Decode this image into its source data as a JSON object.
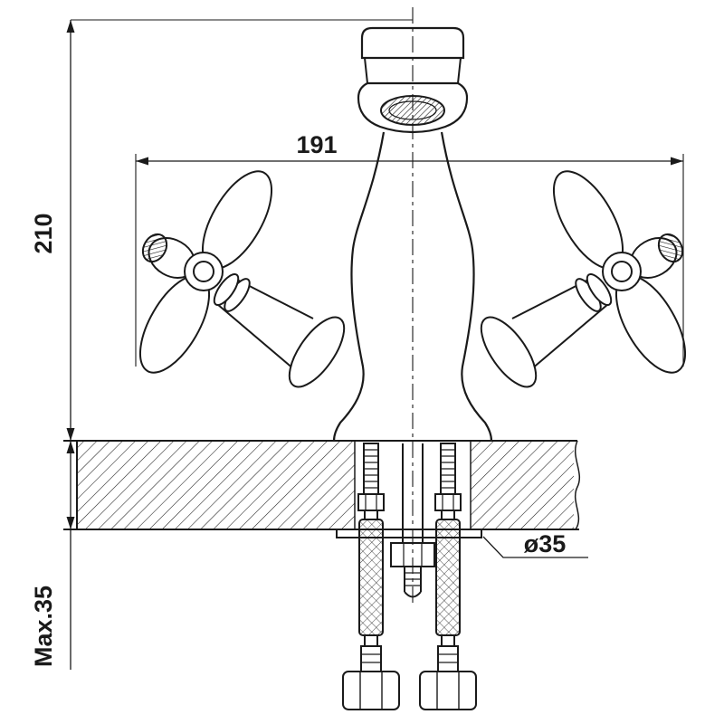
{
  "drawing": {
    "labels": {
      "overall_height": "210",
      "spread_width": "191",
      "max_mounting_thickness": "Max.35",
      "hole_diameter": "ø35"
    },
    "colors": {
      "line": "#1a1a1a",
      "background": "#ffffff"
    }
  }
}
